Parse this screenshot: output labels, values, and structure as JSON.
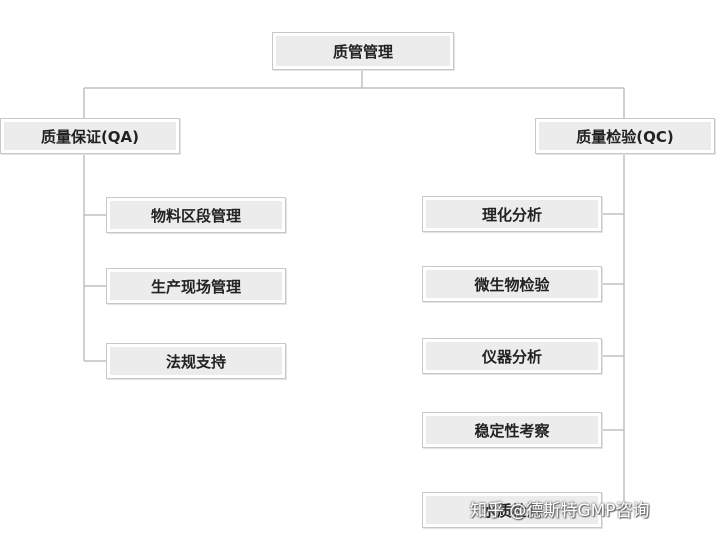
{
  "diagram": {
    "root": "质管管理",
    "qa": {
      "label": "质量保证(QA)",
      "children": [
        "物料区段管理",
        "生产现场管理",
        "法规支持"
      ]
    },
    "qc": {
      "label": "质量检验(QC)",
      "children": [
        "理化分析",
        "微生物检验",
        "仪器分析",
        "稳定性考察",
        "水质检测"
      ]
    }
  },
  "watermark": "知乎 @德斯特GMP咨询"
}
